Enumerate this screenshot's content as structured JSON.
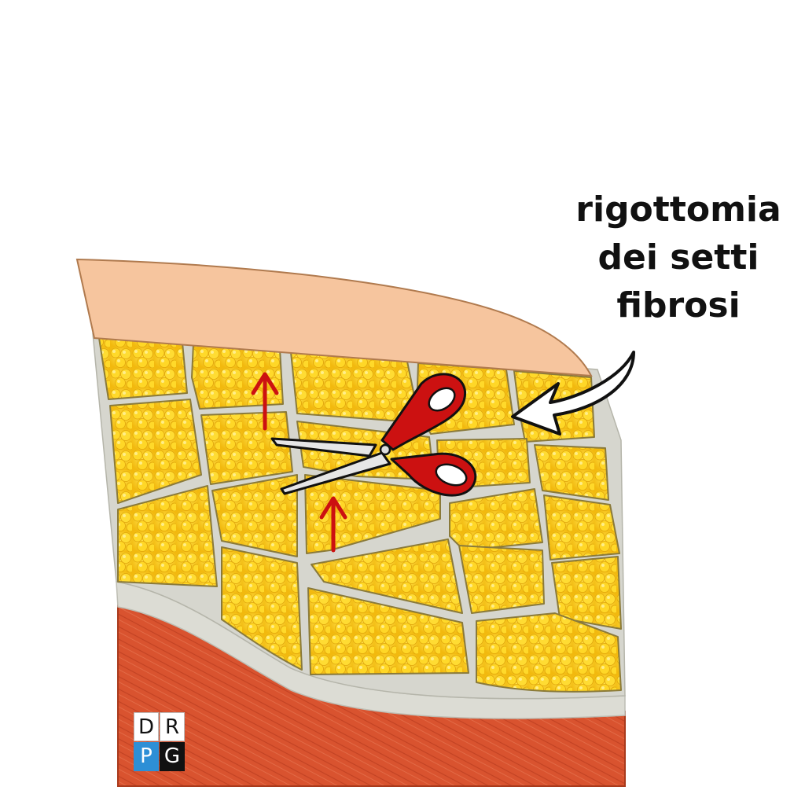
{
  "caption": {
    "lines": [
      "rigottomia",
      "dei setti",
      "fibrosi"
    ]
  },
  "logo": {
    "letters": [
      "D",
      "R",
      "P",
      "G"
    ],
    "colors": {
      "p_bg": "#2d8fd6",
      "g_bg": "#111111"
    }
  },
  "colors": {
    "skin": "#f6c59e",
    "fat": "#f5c518",
    "septa": "#d4d4cc",
    "fascia": "#d9d9d2",
    "muscle": "#d9532f",
    "arrow_red": "#cc1111",
    "scissor_red": "#cc1111",
    "pointer_arrow": "#ffffff"
  },
  "icons": [
    "scissors-icon",
    "up-arrow-icon",
    "pointer-arrow-icon"
  ]
}
